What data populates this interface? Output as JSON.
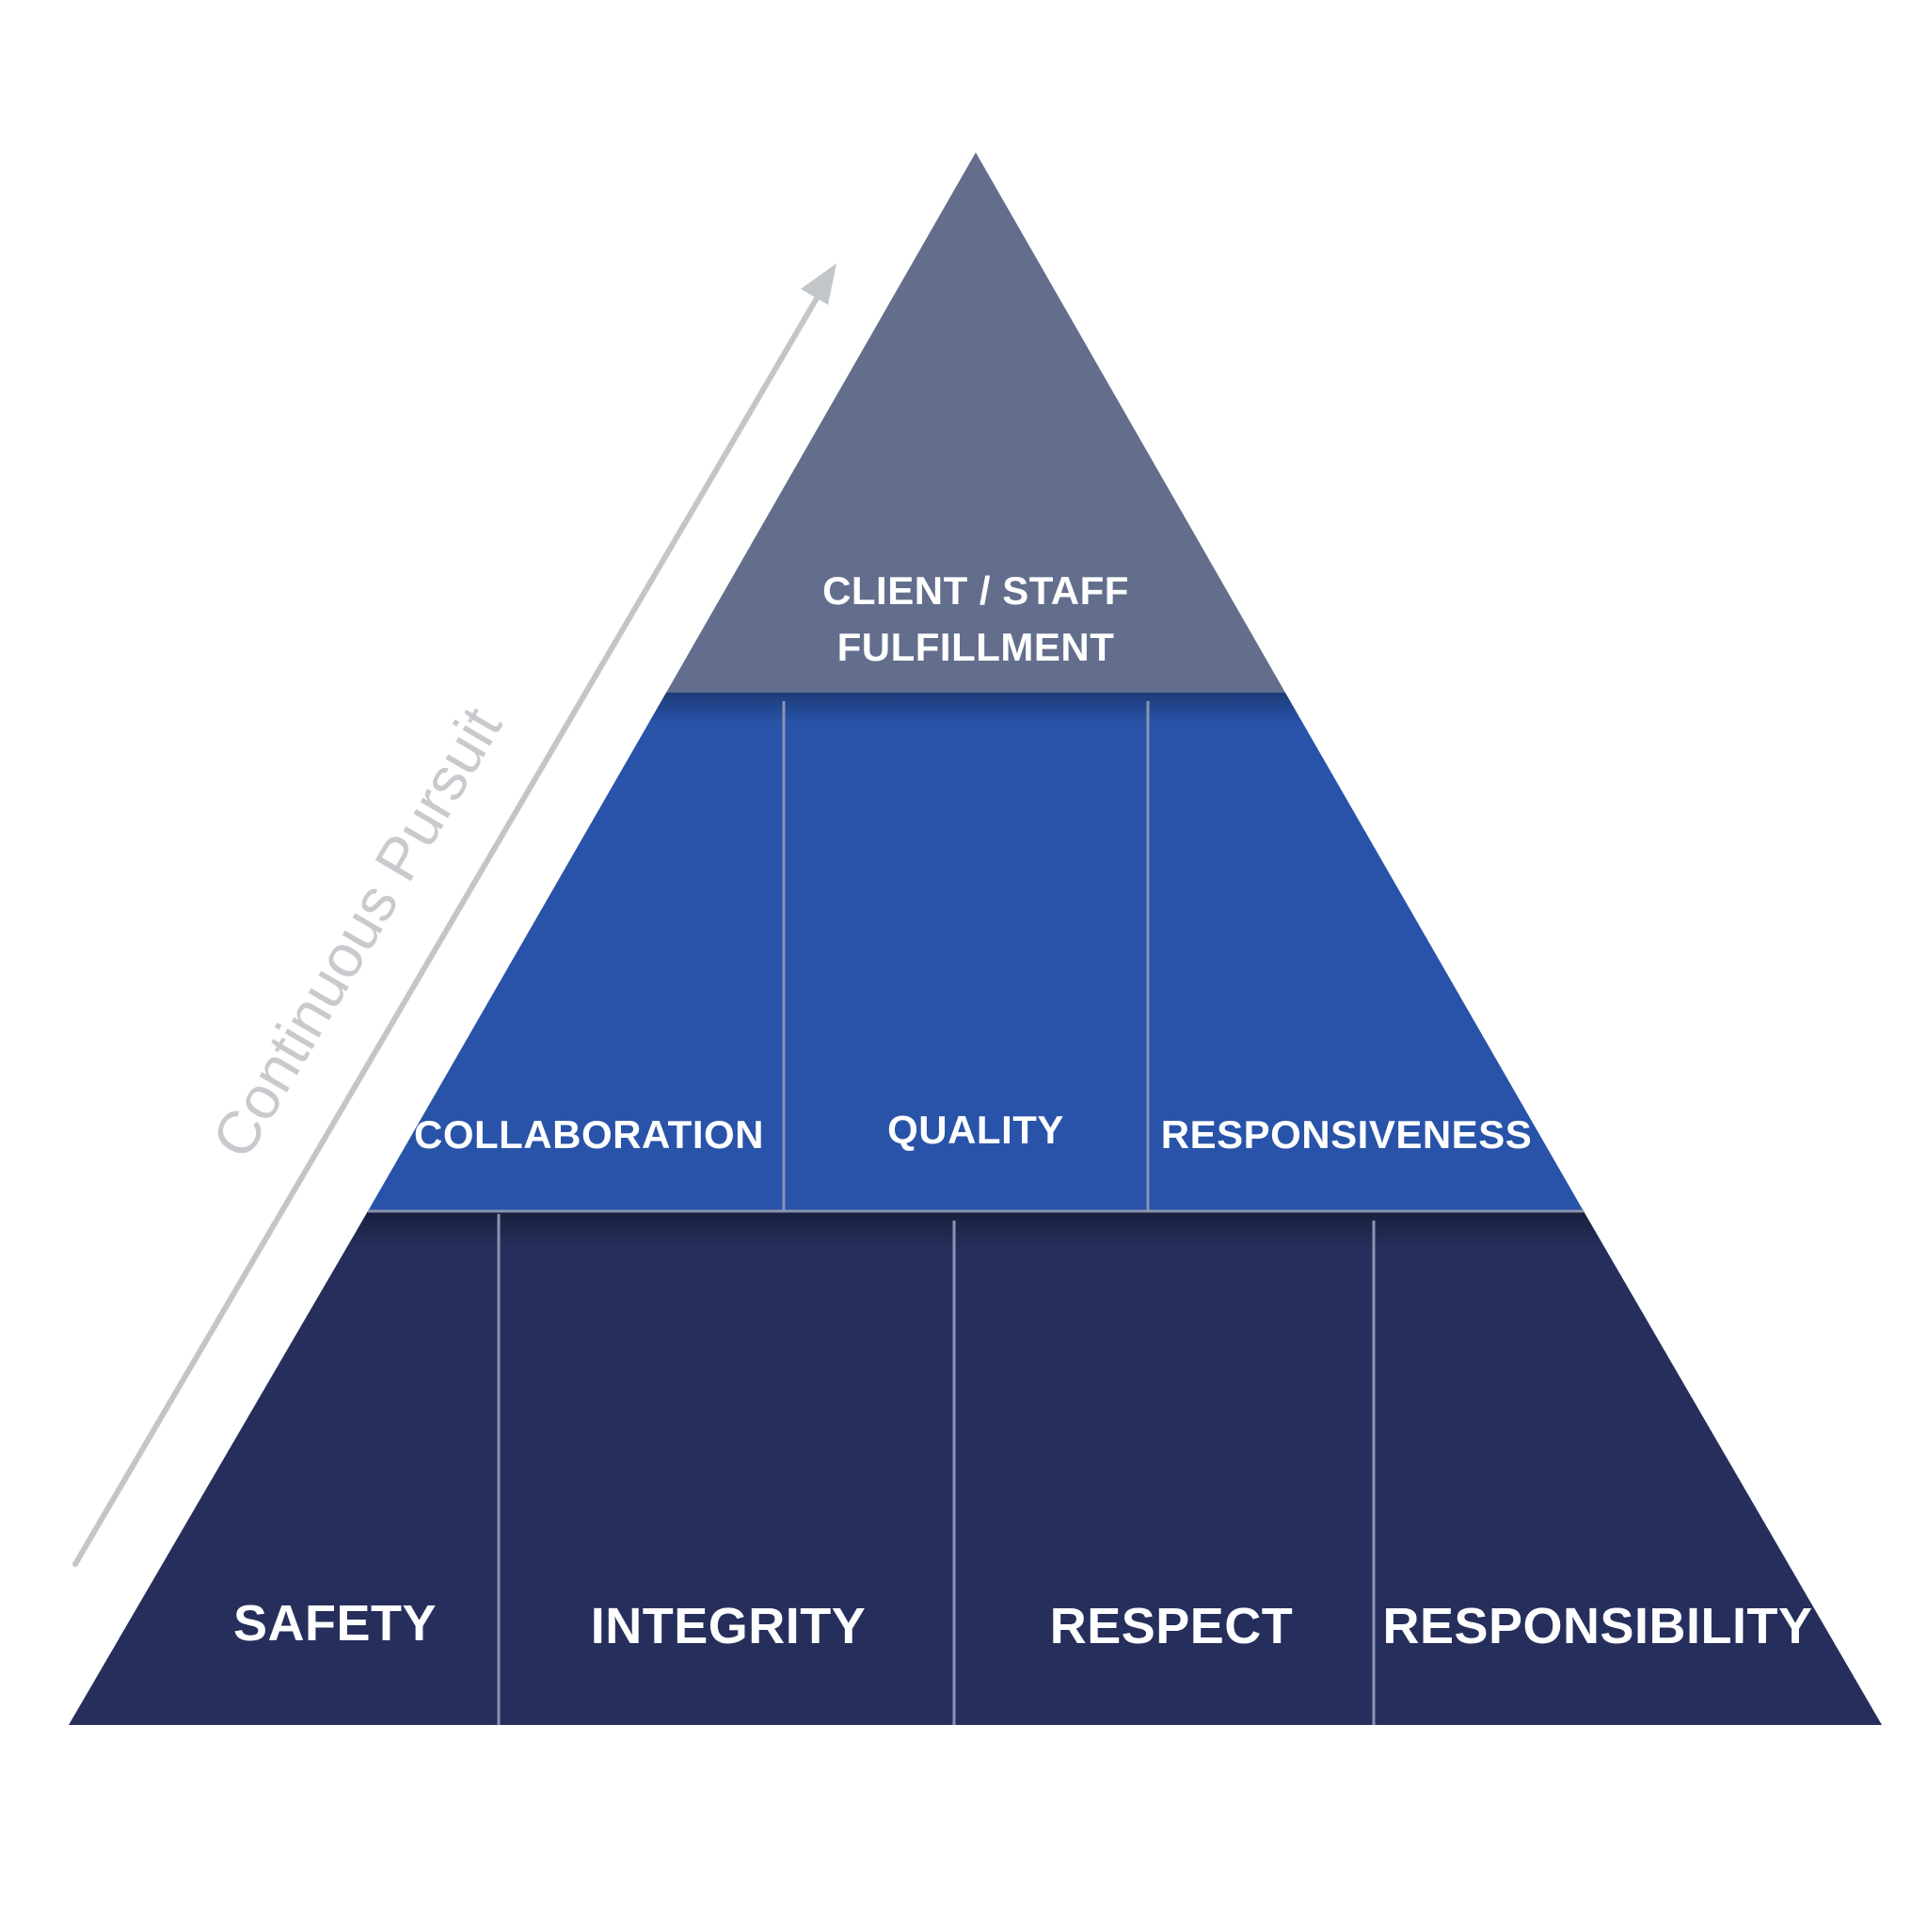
{
  "arrow": {
    "label": "Continuous Pursuit"
  },
  "top": {
    "line1": "CLIENT / STAFF",
    "line2": "FULFILLMENT"
  },
  "middle": [
    "COLLABORATION",
    "QUALITY",
    "RESPONSIVENESS"
  ],
  "base": [
    "SAFETY",
    "INTEGRITY",
    "RESPECT",
    "RESPONSIBILITY"
  ],
  "colors": {
    "top": "#636e8d",
    "middle": "#2853a8",
    "base": "#262f5c",
    "divider": "#8a93b0",
    "arrow": "#c3c6c9"
  }
}
